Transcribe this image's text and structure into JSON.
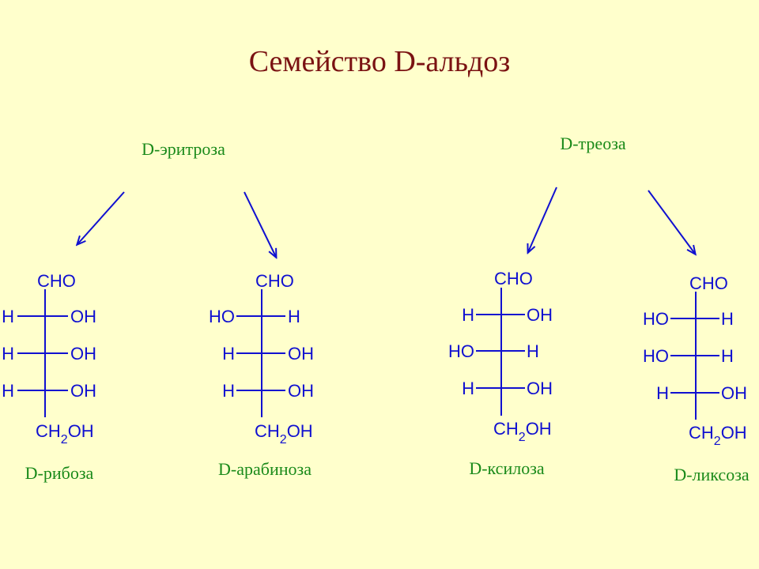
{
  "title": "Семейство D-альдоз",
  "colors": {
    "background": "#ffffcc",
    "title": "#7a1212",
    "names": "#1a8a1a",
    "formula": "#1010d0",
    "arrows": "#1010d0"
  },
  "parents": [
    {
      "id": "erythrose",
      "label": "D-эритроза"
    },
    {
      "id": "threose",
      "label": "D-треоза"
    }
  ],
  "sugars": [
    {
      "id": "ribose",
      "parent": "erythrose",
      "name": "D-рибоза",
      "top": "CHO",
      "bottom_main": "CH",
      "bottom_sub": "2",
      "bottom_tail": "OH",
      "rows": [
        {
          "left": "H",
          "right": "OH"
        },
        {
          "left": "H",
          "right": "OH"
        },
        {
          "left": "H",
          "right": "OH"
        }
      ]
    },
    {
      "id": "arabinose",
      "parent": "erythrose",
      "name": "D-арабиноза",
      "top": "CHO",
      "bottom_main": "CH",
      "bottom_sub": "2",
      "bottom_tail": "OH",
      "rows": [
        {
          "left": "HO",
          "right": "H"
        },
        {
          "left": "H",
          "right": "OH"
        },
        {
          "left": "H",
          "right": "OH"
        }
      ]
    },
    {
      "id": "xylose",
      "parent": "threose",
      "name": "D-ксилоза",
      "top": "CHO",
      "bottom_main": "CH",
      "bottom_sub": "2",
      "bottom_tail": "OH",
      "rows": [
        {
          "left": "H",
          "right": "OH"
        },
        {
          "left": "HO",
          "right": "H"
        },
        {
          "left": "H",
          "right": "OH"
        }
      ]
    },
    {
      "id": "lyxose",
      "parent": "threose",
      "name": "D-ликсоза",
      "top": "CHO",
      "bottom_main": "CH",
      "bottom_sub": "2",
      "bottom_tail": "OH",
      "rows": [
        {
          "left": "HO",
          "right": "H"
        },
        {
          "left": "HO",
          "right": "H"
        },
        {
          "left": "H",
          "right": "OH"
        }
      ]
    }
  ]
}
